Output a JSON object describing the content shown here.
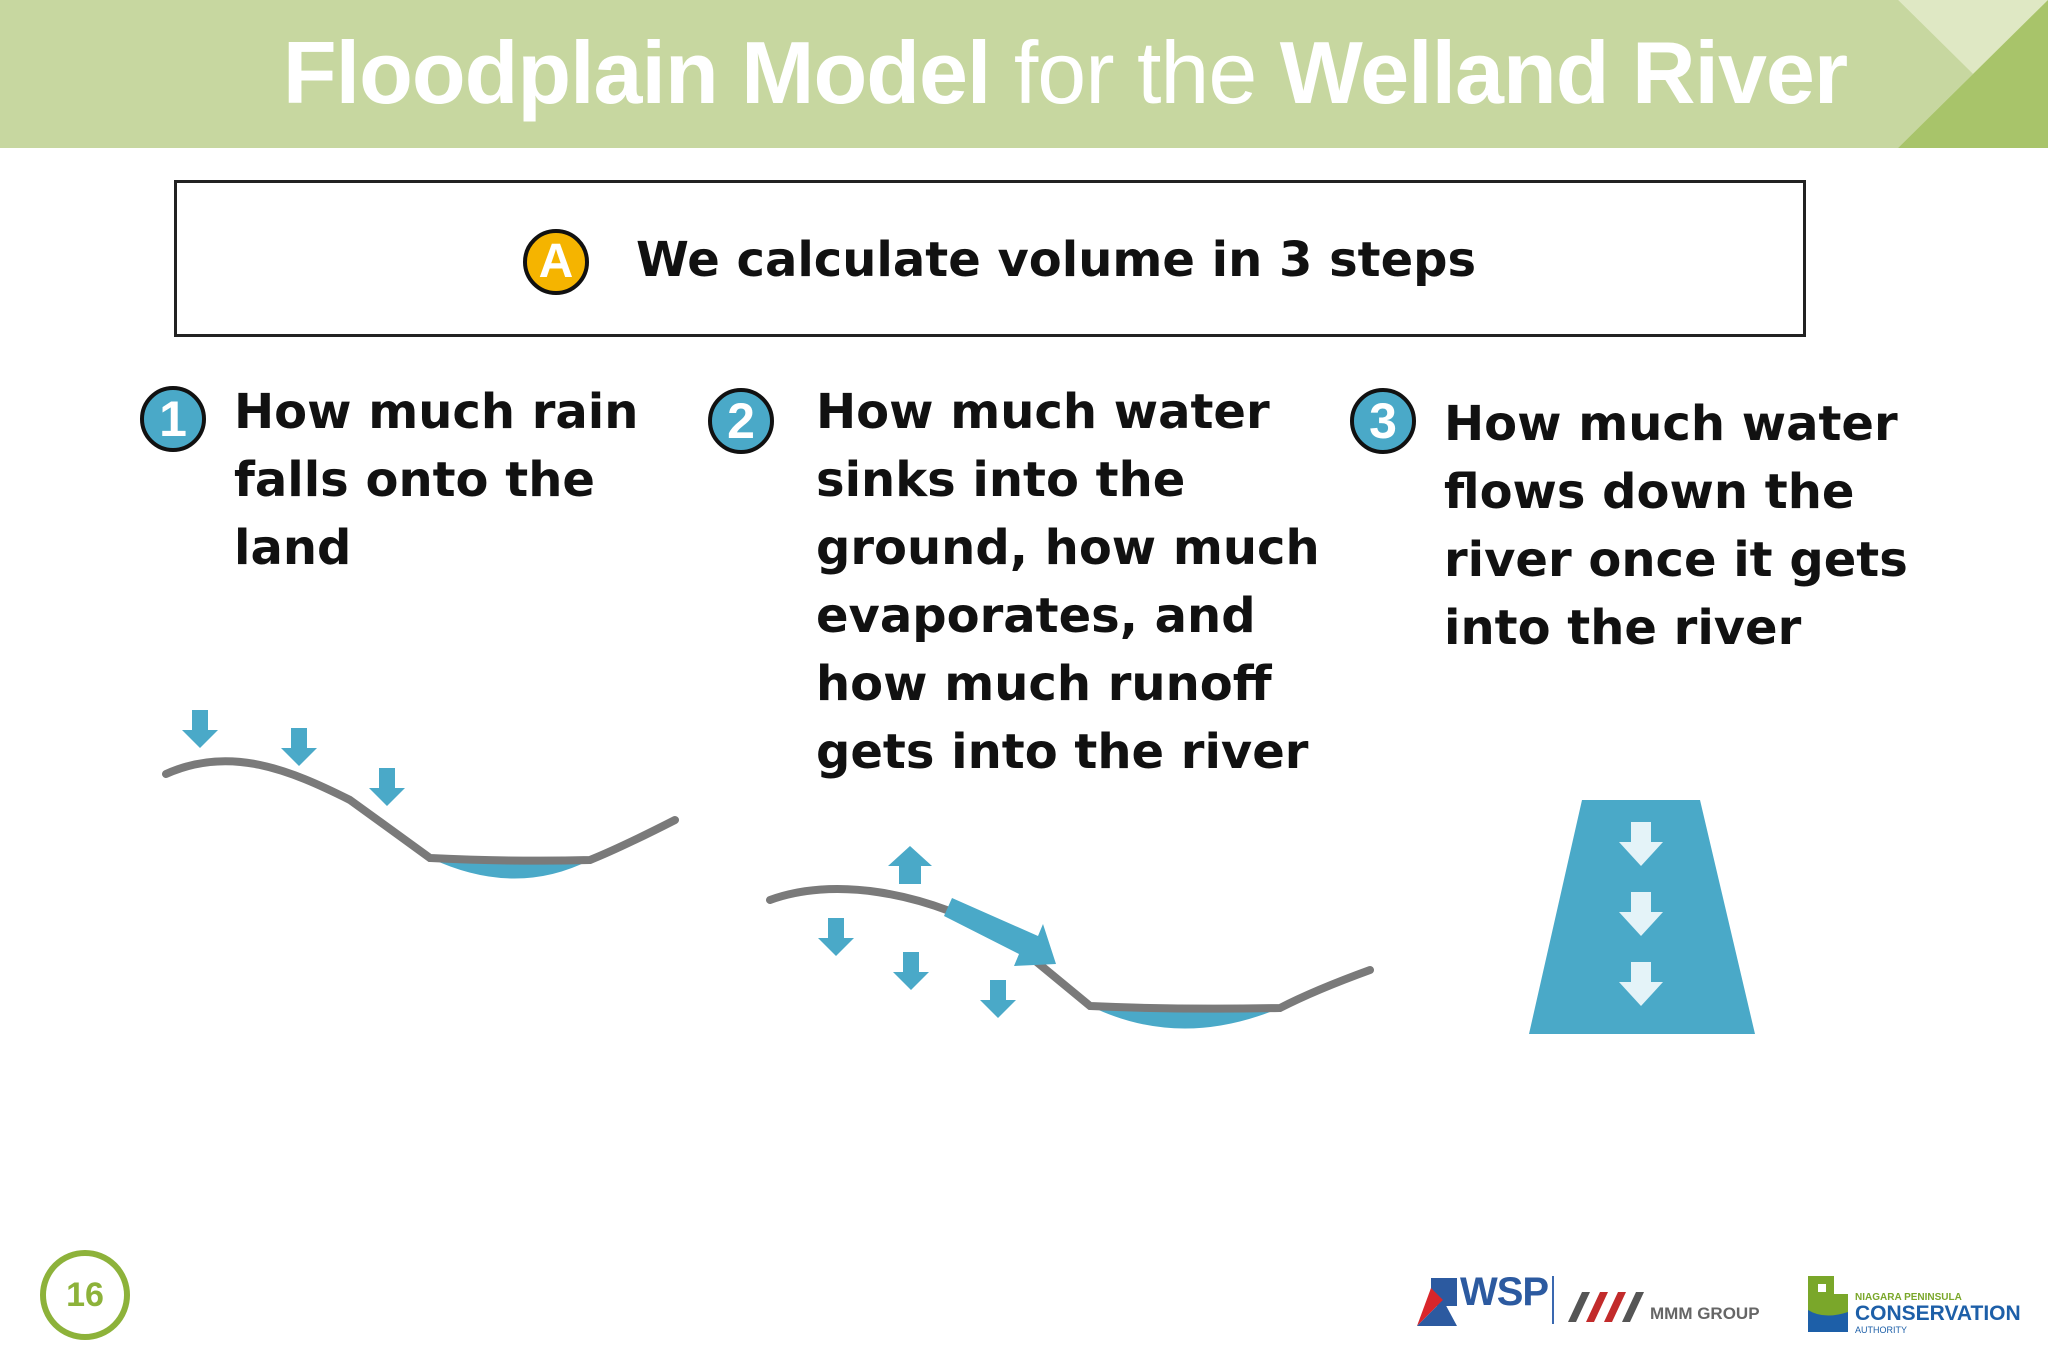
{
  "header": {
    "title_part1": "Floodplain Model",
    "title_part2": "for the",
    "title_part3": "Welland River"
  },
  "intro": {
    "badge": "A",
    "text": "We calculate volume in 3 steps"
  },
  "steps": [
    {
      "number": "1",
      "lines": [
        "How much rain",
        "falls onto the",
        "land"
      ]
    },
    {
      "number": "2",
      "lines": [
        "How much water",
        "sinks into the",
        "ground, how much",
        "evaporates, and",
        "how much runoff",
        "gets into the river"
      ]
    },
    {
      "number": "3",
      "lines": [
        "How much water",
        "flows down the",
        "river once it gets",
        "into the river"
      ]
    }
  ],
  "footer": {
    "page_number": "16",
    "logo_wsp": "WSP",
    "logo_mmm": "MMM GROUP",
    "logo_npca_top": "NIAGARA PENINSULA",
    "logo_npca_main": "CONSERVATION",
    "logo_npca_bottom": "AUTHORITY"
  },
  "colors": {
    "header_green": "#c7d7a0",
    "water_blue": "#4aa9c8",
    "ground_gray": "#7a7a7a",
    "badge_yellow": "#f5b400"
  }
}
